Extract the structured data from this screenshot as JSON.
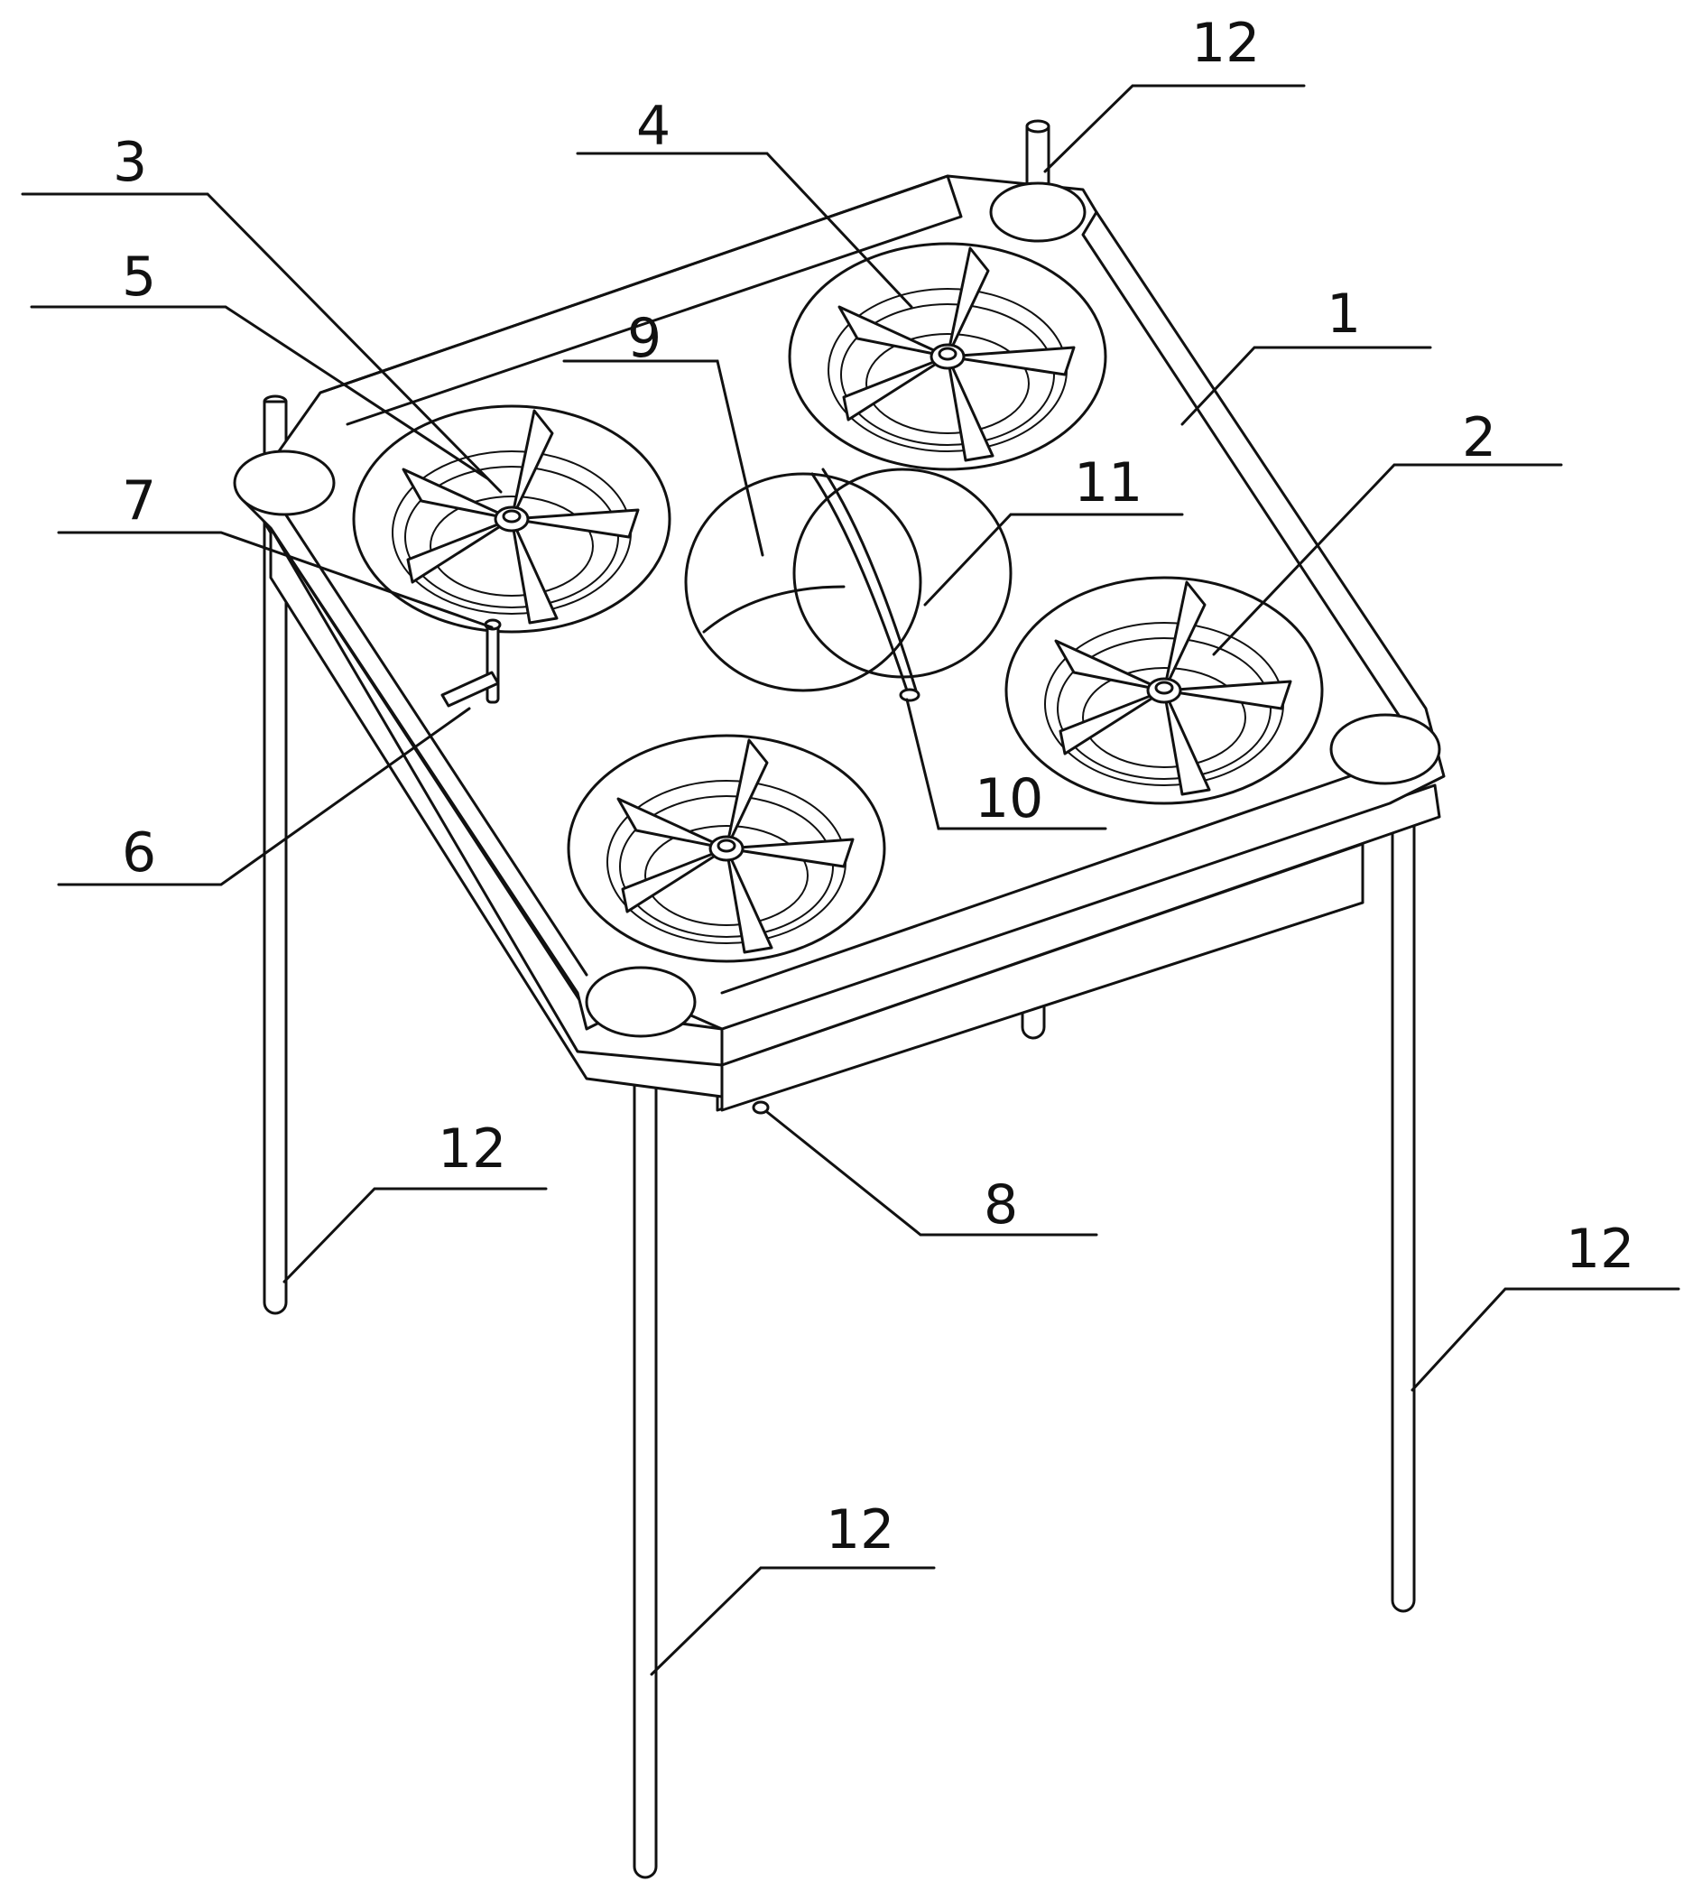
{
  "figure": {
    "callouts": [
      {
        "id": "label-12-top",
        "text": "12"
      },
      {
        "id": "label-4",
        "text": "4"
      },
      {
        "id": "label-3",
        "text": "3"
      },
      {
        "id": "label-5",
        "text": "5"
      },
      {
        "id": "label-1",
        "text": "1"
      },
      {
        "id": "label-9",
        "text": "9"
      },
      {
        "id": "label-7",
        "text": "7"
      },
      {
        "id": "label-11",
        "text": "11"
      },
      {
        "id": "label-2",
        "text": "2"
      },
      {
        "id": "label-10",
        "text": "10"
      },
      {
        "id": "label-6",
        "text": "6"
      },
      {
        "id": "label-12-left",
        "text": "12"
      },
      {
        "id": "label-8",
        "text": "8"
      },
      {
        "id": "label-12-right",
        "text": "12"
      },
      {
        "id": "label-12-bottom",
        "text": "12"
      }
    ]
  },
  "colors": {
    "ink": "#111111",
    "paper": "#ffffff"
  }
}
